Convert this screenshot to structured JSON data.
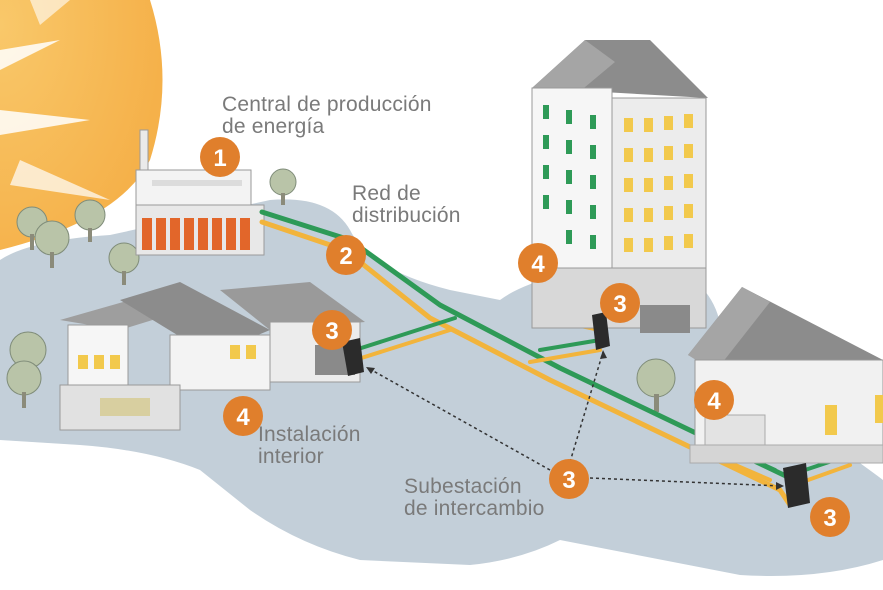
{
  "labels": {
    "central": {
      "line1": "Central de producción",
      "line2": "de energía"
    },
    "red": {
      "line1": "Red de",
      "line2": "distribución"
    },
    "instalacion": {
      "line1": "Instalación",
      "line2": "interior"
    },
    "subestacion": {
      "line1": "Subestación",
      "line2": "de intercambio"
    }
  },
  "badges": {
    "central": "1",
    "red": "2",
    "subestacion": "3",
    "instalacion": "4"
  },
  "colors": {
    "sun": "#f7b84d",
    "ground": "#c3cfd9",
    "supply_pipe": "#f2b43c",
    "return_pipe": "#2e9a57",
    "badge": "#e07f2c",
    "label_text": "#7a7a7a"
  }
}
